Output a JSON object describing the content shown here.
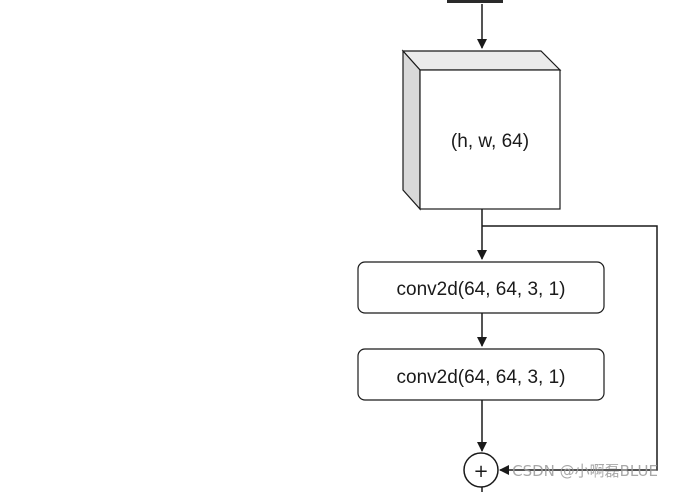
{
  "diagram": {
    "tensor_block": {
      "label": "(h, w, 64)"
    },
    "conv_layers": [
      {
        "label": "conv2d(64, 64, 3, 1)"
      },
      {
        "label": "conv2d(64, 64, 3, 1)"
      }
    ],
    "add_node": {
      "symbol": "+"
    },
    "colors": {
      "stroke": "#1a1a1a",
      "face": "#ffffff",
      "cube_top": "#e6e6e6",
      "cube_side": "#d6d6d6"
    }
  },
  "watermark": {
    "text": "CSDN @小啊磊BLUE"
  }
}
